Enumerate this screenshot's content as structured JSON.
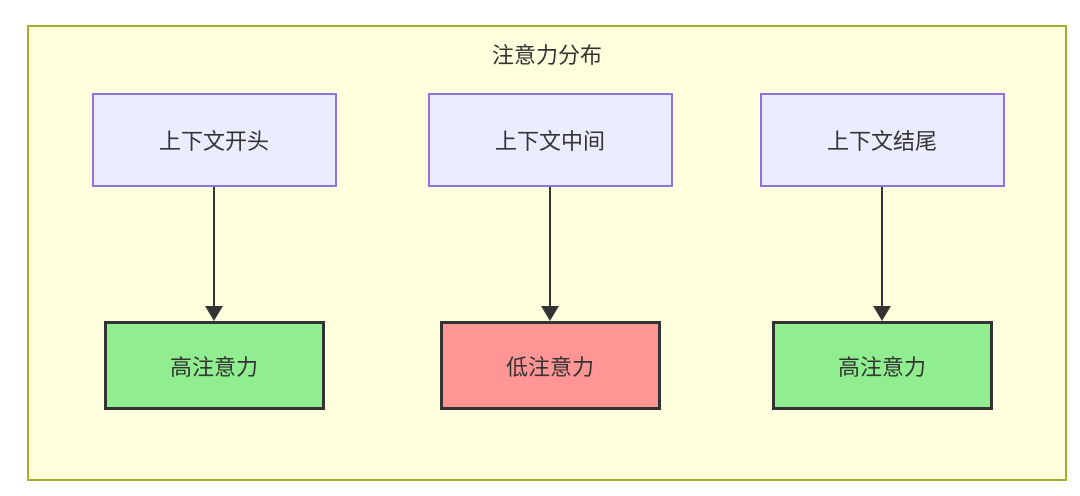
{
  "diagram": {
    "title": "注意力分布",
    "columns": [
      {
        "source": "上下文开头",
        "result": "高注意力",
        "attention": "high"
      },
      {
        "source": "上下文中间",
        "result": "低注意力",
        "attention": "low"
      },
      {
        "source": "上下文结尾",
        "result": "高注意力",
        "attention": "high"
      }
    ],
    "colors": {
      "group_background": "#ffffde",
      "group_border": "#aaaa33",
      "source_background": "#ececff",
      "source_border": "#9370db",
      "high_attention": "#90ee90",
      "low_attention": "#ff9595",
      "result_border": "#333333",
      "arrow": "#333333",
      "text": "#333333"
    }
  }
}
